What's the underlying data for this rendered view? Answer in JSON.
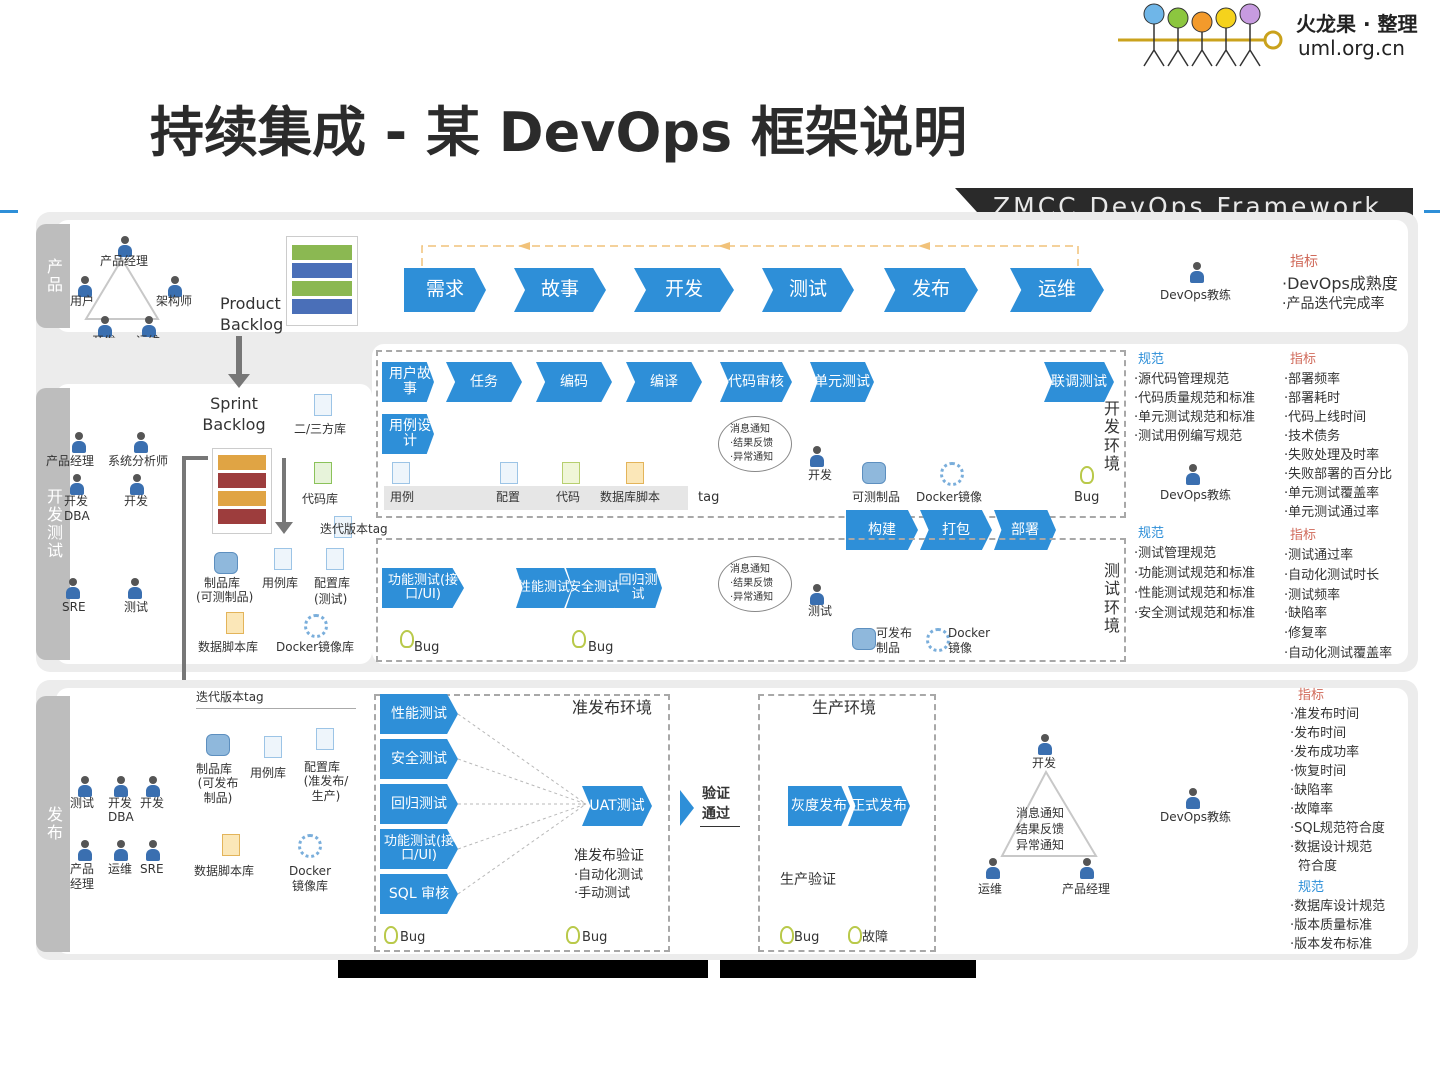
{
  "page": {
    "title": "持续集成 - 某 DevOps 框架说明"
  },
  "logo": {
    "name": "火龙果 · 整理",
    "url": "uml.org.cn"
  },
  "banner": "ZMCC DevOps Framework",
  "product": {
    "side_label": "产品",
    "roles": [
      "产品经理",
      "用户",
      "架构师",
      "开发",
      "运维"
    ],
    "backlog_label": "Product Backlog",
    "flow": [
      "需求",
      "故事",
      "开发",
      "测试",
      "发布",
      "运维"
    ],
    "coach": "DevOps教练",
    "metrics_title": "指标",
    "metrics": [
      "·DevOps成熟度",
      "·产品迭代完成率"
    ]
  },
  "dev": {
    "side_label": "开发测试",
    "roles": [
      "产品经理",
      "系统分析师",
      "开发",
      "开发",
      "DBA",
      "SRE",
      "测试"
    ],
    "sprint_label": "Sprint Backlog",
    "libs": [
      "二/三方库",
      "代码库",
      "迭代版本tag",
      "制品库",
      "(可测制品)",
      "用例库",
      "配置库",
      "(测试)",
      "数据脚本库",
      "Docker镜像库"
    ],
    "dev_env_label": "开发环境",
    "flow": [
      "用户故事",
      "任务",
      "编码",
      "编译",
      "代码审核",
      "单元测试",
      "联调测试"
    ],
    "use_case_design": "用例设计",
    "artifacts_bar": [
      "用例",
      "配置",
      "代码",
      "数据库脚本"
    ],
    "tag": "tag",
    "notify": [
      "消息通知",
      "·结果反馈",
      "·异常通知"
    ],
    "dev_person": "开发",
    "build_outputs": [
      "可测制品",
      "Docker镜像"
    ],
    "bug": "Bug",
    "build_flow": [
      "构建",
      "打包",
      "部署"
    ],
    "test_env_label": "测试环境",
    "test_flow": [
      "功能测试(接口/UI)",
      "性能测试",
      "安全测试",
      "回归测试"
    ],
    "test_person": "测试",
    "release_outputs": [
      "可发布制品",
      "Docker镜像"
    ],
    "coach": "DevOps教练",
    "spec1_title": "规范",
    "spec1": [
      "·源代码管理规范",
      "·代码质量规范和标准",
      "·单元测试规范和标准",
      "·测试用例编写规范"
    ],
    "metric1_title": "指标",
    "metric1": [
      "·部署频率",
      "·部署耗时",
      "·代码上线时间",
      "·技术债务",
      "·失败处理及时率",
      "·失败部署的百分比",
      "·单元测试覆盖率",
      "·单元测试通过率"
    ],
    "spec2_title": "规范",
    "spec2": [
      "·测试管理规范",
      "·功能测试规范和标准",
      "·性能测试规范和标准",
      "·安全测试规范和标准"
    ],
    "metric2_title": "指标",
    "metric2": [
      "·测试通过率",
      "·自动化测试时长",
      "·测试频率",
      "·缺陷率",
      "·修复率",
      "·自动化测试覆盖率"
    ]
  },
  "release": {
    "side_label": "发布",
    "roles": [
      "测试",
      "开发",
      "DBA",
      "开发",
      "产品经理",
      "运维",
      "SRE"
    ],
    "tag": "迭代版本tag",
    "libs": [
      "制品库",
      "(可发布制品)",
      "用例库",
      "配置库",
      "(准发布/生产)",
      "数据脚本库",
      "Docker镜像库"
    ],
    "tests": [
      "性能测试",
      "安全测试",
      "回归测试",
      "功能测试(接口/UI)",
      "SQL 审核"
    ],
    "pre_env": "准发布环境",
    "uat": "UAT测试",
    "pre_verify": [
      "准发布验证",
      "·自动化测试",
      "·手动测试"
    ],
    "verify_pass": "验证通过",
    "prod_env": "生产环境",
    "prod_flow": [
      "灰度发布",
      "正式发布"
    ],
    "prod_verify": "生产验证",
    "bug": "Bug",
    "fault": "故障",
    "notify": [
      "消息通知",
      "结果反馈",
      "异常通知"
    ],
    "people": [
      "开发",
      "运维",
      "产品经理"
    ],
    "coach": "DevOps教练",
    "metrics_title": "指标",
    "metrics": [
      "·准发布时间",
      "·发布时间",
      "·发布成功率",
      "·恢复时间",
      "·缺陷率",
      "·故障率",
      "·SQL规范符合度",
      "·数据设计规范",
      "符合度"
    ],
    "spec_title": "规范",
    "spec": [
      "·数据库设计规范",
      "·版本质量标准",
      "·版本发布标准"
    ]
  },
  "colors": {
    "accent": "#2e8fd8",
    "band": "#ececec",
    "side": "#bdbdbd",
    "metric": "#d06a5a"
  }
}
